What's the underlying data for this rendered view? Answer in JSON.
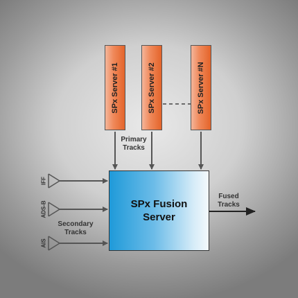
{
  "servers": [
    {
      "label": "SPx Server #1"
    },
    {
      "label": "SPx Server #2"
    },
    {
      "label": "SPx Server #N"
    }
  ],
  "labels": {
    "primary_tracks": "Primary\nTracks",
    "secondary_tracks": "Secondary\nTracks",
    "fused_tracks": "Fused\nTracks"
  },
  "fusion_server": {
    "label": "SPx Fusion\nServer"
  },
  "antennas": [
    {
      "label": "IFF"
    },
    {
      "label": "ADS-B"
    },
    {
      "label": "AIS"
    }
  ],
  "colors": {
    "server_fill": "#f08a5c",
    "fusion_fill": "#1f9ad9",
    "line": "#555555"
  }
}
